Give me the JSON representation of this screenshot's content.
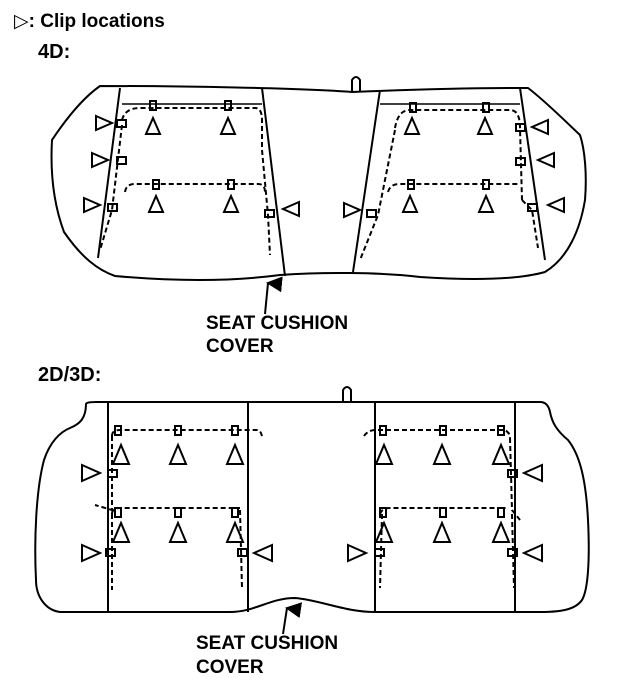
{
  "legend": {
    "symbol": "▷",
    "text": ": Clip locations"
  },
  "variants": [
    {
      "label": "4D:",
      "callout": [
        "SEAT CUSHION",
        "COVER"
      ]
    },
    {
      "label": "2D/3D:",
      "callout": [
        "SEAT CUSHION",
        "COVER"
      ]
    }
  ],
  "colors": {
    "line": "#000000",
    "background": "#ffffff"
  }
}
